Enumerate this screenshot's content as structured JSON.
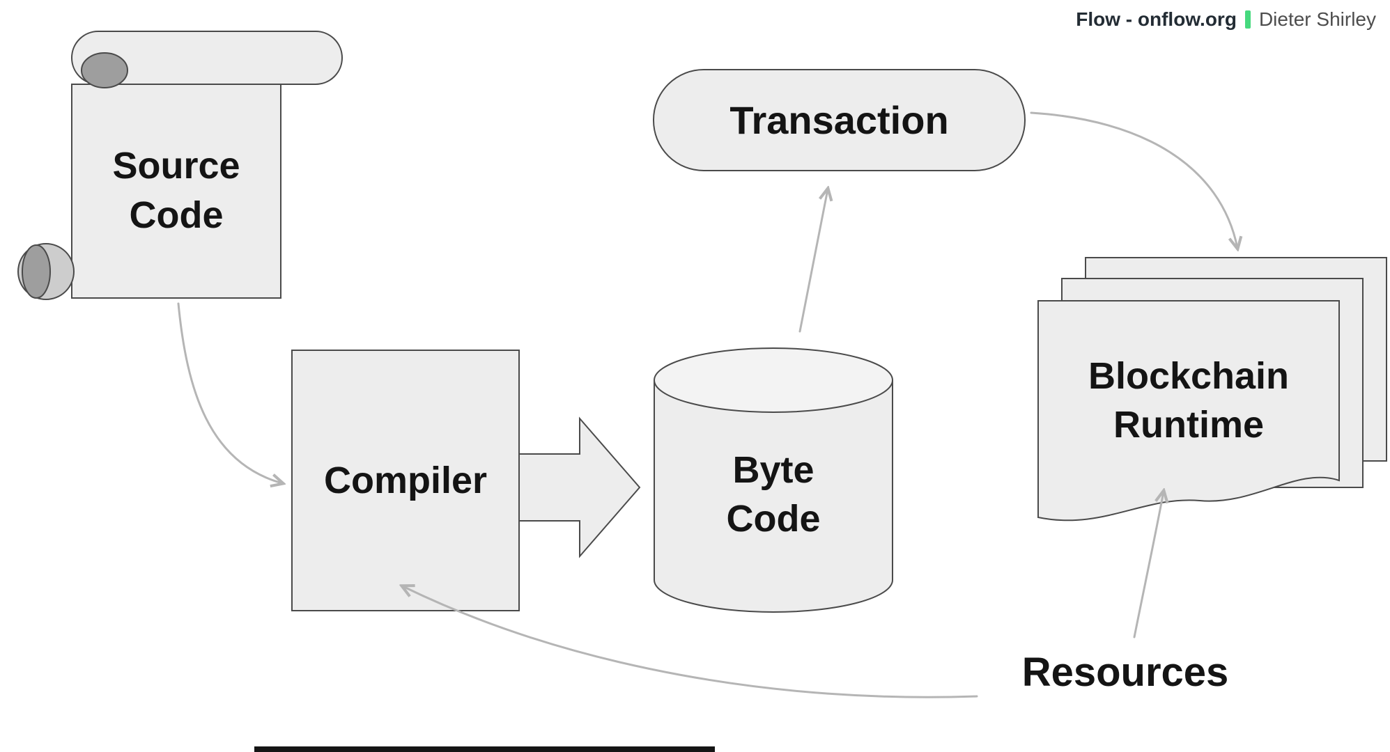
{
  "header": {
    "brand": "Flow - onflow.org",
    "author": "Dieter Shirley"
  },
  "nodes": {
    "source_code": {
      "line1": "Source",
      "line2": "Code",
      "shape": "scroll"
    },
    "compiler": {
      "label": "Compiler",
      "shape": "rectangle"
    },
    "byte_code": {
      "line1": "Byte",
      "line2": "Code",
      "shape": "cylinder"
    },
    "transaction": {
      "label": "Transaction",
      "shape": "pill"
    },
    "blockchain_runtime": {
      "line1": "Blockchain",
      "line2": "Runtime",
      "shape": "stacked-pages"
    },
    "resources": {
      "label": "Resources",
      "shape": "text"
    }
  },
  "edges": [
    {
      "from": "source_code",
      "to": "compiler",
      "style": "curved-arrow"
    },
    {
      "from": "compiler",
      "to": "byte_code",
      "style": "block-arrow"
    },
    {
      "from": "byte_code",
      "to": "transaction",
      "style": "straight-arrow"
    },
    {
      "from": "transaction",
      "to": "blockchain_runtime",
      "style": "curved-arrow"
    },
    {
      "from": "resources",
      "to": "compiler",
      "style": "curved-arrow"
    },
    {
      "from": "resources",
      "to": "blockchain_runtime",
      "style": "straight-arrow"
    }
  ],
  "colors": {
    "shape_fill": "#ededed",
    "shape_stroke": "#4a4a4a",
    "arrow": "#b5b5b5",
    "text": "#141414",
    "accent_green": "#46d97e"
  }
}
